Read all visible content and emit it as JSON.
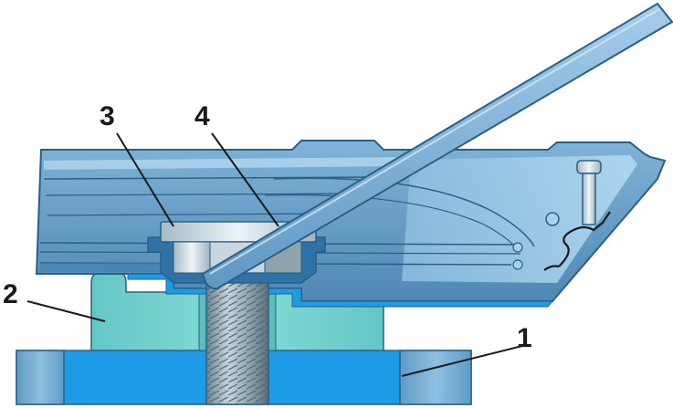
{
  "callouts": [
    {
      "id": "1",
      "text": "1"
    },
    {
      "id": "2",
      "text": "2"
    },
    {
      "id": "3",
      "text": "3"
    },
    {
      "id": "4",
      "text": "4"
    }
  ],
  "colors": {
    "outline": "#2a5f86",
    "housing_body": "#6ea6cf",
    "housing_light": "#a9d1ec",
    "housing_dark": "#4a86b3",
    "stand_blue": "#1e9be6",
    "stand_flange": "#69a4ce",
    "block_teal": "#6fcfcc",
    "bolt_gray": "#9fb3be",
    "bolt_dark": "#5f7480",
    "nut_light": "#d8e3ea",
    "gasket_red": "#e0303a",
    "bar_blue": "#7eb3d9",
    "leader_line": "#1a1a1a"
  },
  "icons": {
    "diagram": "mechanical-cross-section-drawing"
  }
}
